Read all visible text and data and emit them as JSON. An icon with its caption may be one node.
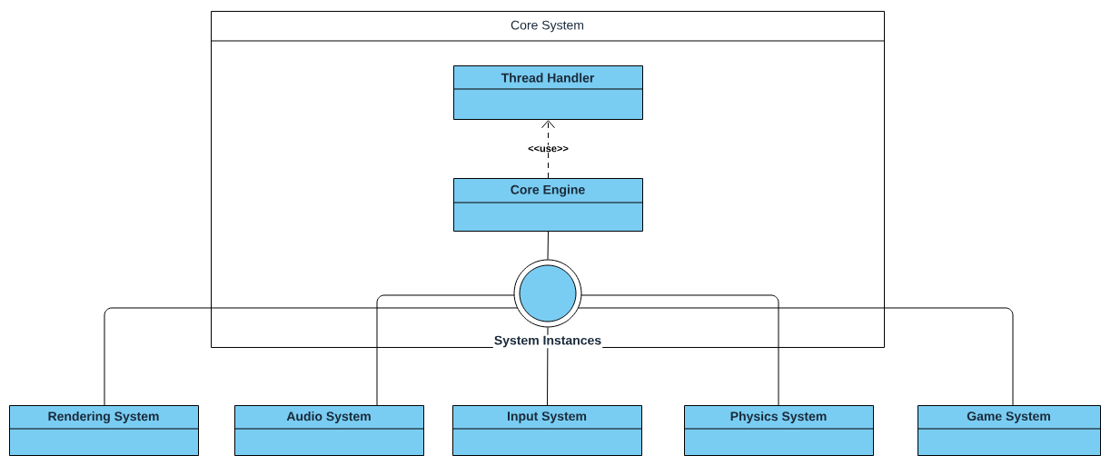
{
  "diagram": {
    "nodes": [
      {
        "text": [
          "Core System"
        ]
      },
      {
        "text": [
          "Thread Handler"
        ],
        "in": 0
      },
      {
        "text": [
          "Core Engine"
        ],
        "in": 0
      },
      {
        "text": [],
        "shape": "circle",
        "beside": [
          "System Instances"
        ],
        "in": 0
      },
      {
        "text": [
          "Rendering System"
        ]
      },
      {
        "text": [
          "Audio System"
        ]
      },
      {
        "text": [
          "Input System"
        ]
      },
      {
        "text": [
          "Physics System"
        ]
      },
      {
        "text": [
          "Game System"
        ]
      }
    ],
    "edges": [
      {
        "from": 2,
        "to": 1,
        "arrow": "to",
        "style": "dashed",
        "label": "<<use>>"
      },
      {
        "from": 2,
        "to": 3,
        "arrow": "none"
      },
      {
        "from": 3,
        "to": 4,
        "arrow": "none"
      },
      {
        "from": 3,
        "to": 5,
        "arrow": "none"
      },
      {
        "from": 3,
        "to": 6,
        "arrow": "none"
      },
      {
        "from": 3,
        "to": 7,
        "arrow": "none"
      },
      {
        "from": 3,
        "to": 8,
        "arrow": "none"
      }
    ]
  }
}
